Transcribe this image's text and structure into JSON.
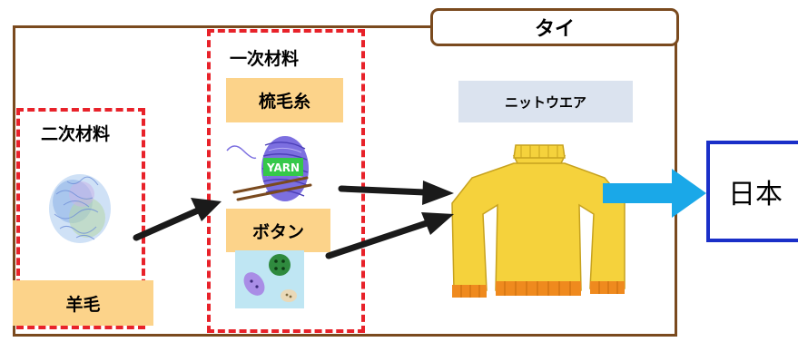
{
  "country_label": "タイ",
  "destination_label": "日本",
  "secondary_material": {
    "heading": "二次材料",
    "item_label": "羊毛"
  },
  "primary_material": {
    "heading": "一次材料",
    "items": [
      {
        "label": "梳毛糸",
        "tag_text": "YARN"
      },
      {
        "label": "ボタン"
      }
    ]
  },
  "product_label": "ニットウエア",
  "colors": {
    "frame": "#7a4a1e",
    "dashed_border": "#e8222a",
    "label_orange": "#fcd38a",
    "label_blue": "#dbe3ef",
    "arrow_black": "#1a1a1a",
    "arrow_cyan": "#1aa8e8",
    "japan_border": "#1a2fc8",
    "sweater": "#f5d23c",
    "sweater_trim": "#ef8a1e"
  }
}
